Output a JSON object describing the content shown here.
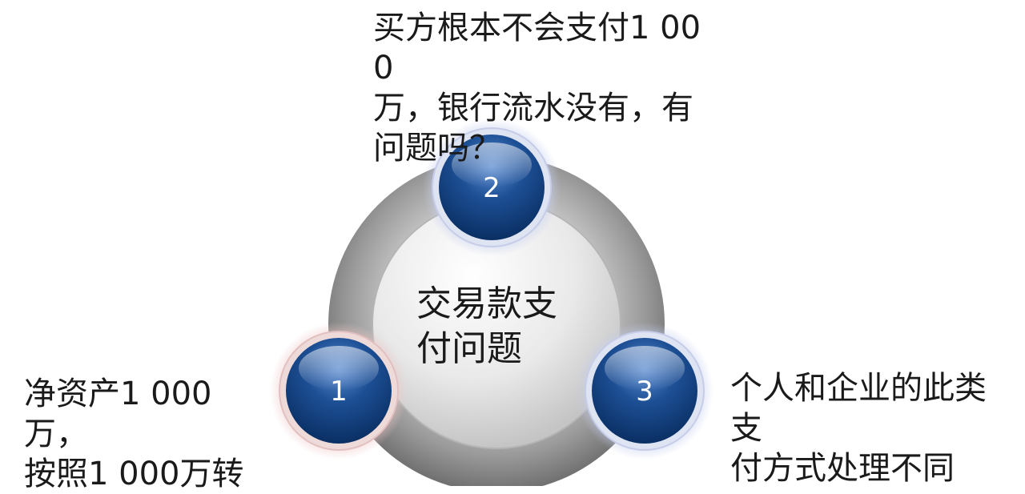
{
  "center": {
    "title": "交易款支\n付问题"
  },
  "nodes": [
    {
      "number": "1",
      "text": "净资产1 000万，\n按照1 000万转",
      "glow": "#e8b8b8"
    },
    {
      "number": "2",
      "text": "买方根本不会支付1 000\n万，银行流水没有，有\n问题吗？",
      "glow": "#b8c2e6"
    },
    {
      "number": "3",
      "text": "个人和企业的此类支\n付方式处理不同",
      "glow": "#b8c2e6"
    }
  ],
  "colors": {
    "node_fill": "#0f3f80",
    "node_highlight": "#4d7fc4",
    "ring_outer": "#8a8a8a",
    "ring_inner": "#d4d4d4"
  }
}
